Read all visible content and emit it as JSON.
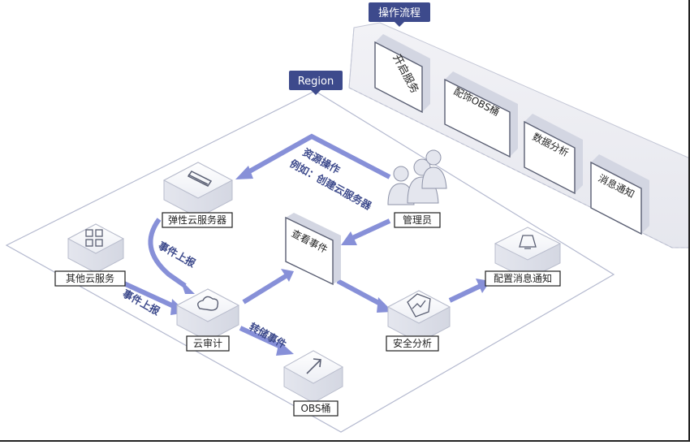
{
  "flow_panel": {
    "title": "操作流程",
    "steps": [
      "开启服务",
      "配饰OBS桶",
      "数据分析",
      "消息通知"
    ]
  },
  "region": {
    "title": "Region"
  },
  "nodes": {
    "ecs": "弹性云服务器",
    "other": "其他云服务",
    "cts": "云审计",
    "obs": "OBS桶",
    "view": "查看事件",
    "admin": "管理员",
    "security": "安全分析",
    "notify": "配置消息通知"
  },
  "arrows": {
    "resource_op_line1": "资源操作",
    "resource_op_line2": "例如：创建云服务器",
    "report1": "事件上报",
    "report2": "事件上报",
    "store": "转储事件"
  },
  "colors": {
    "accent": "#3d4a8c",
    "arrow": "#8790d8",
    "outline": "#b4b9cf",
    "text": "#1f1f1f"
  }
}
